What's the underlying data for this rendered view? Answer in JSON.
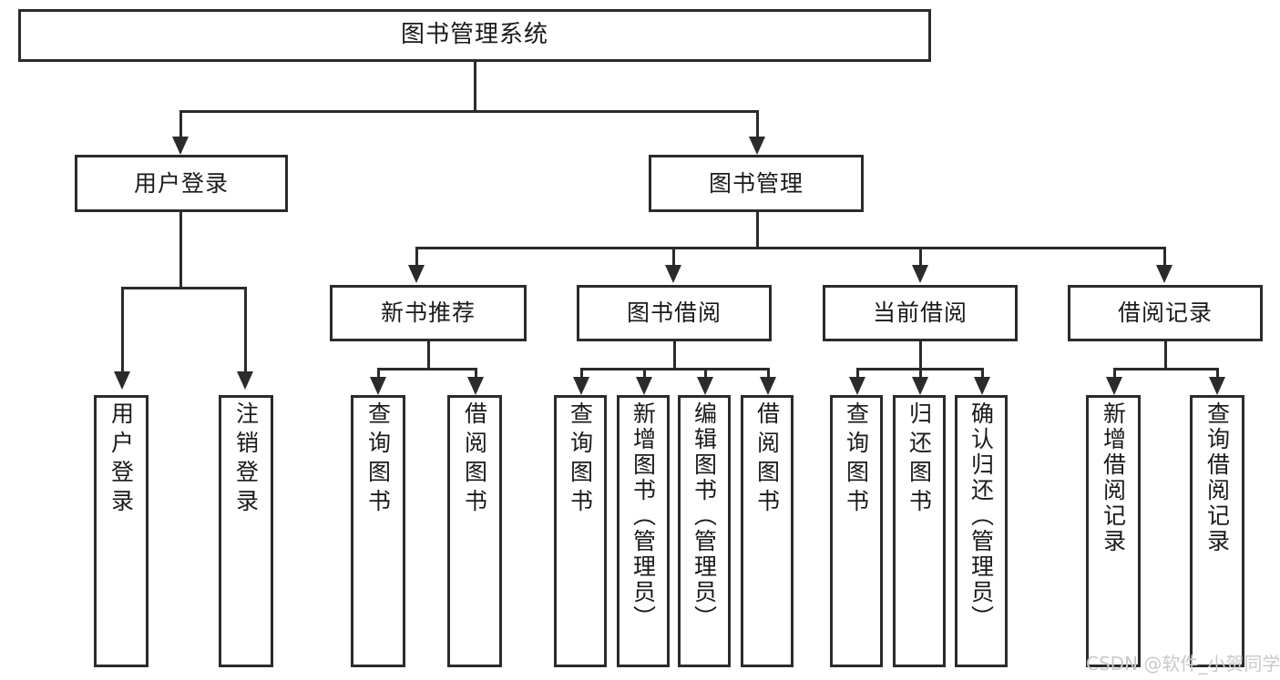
{
  "diagram": {
    "type": "tree-hierarchy",
    "title": "图书管理系统",
    "root": {
      "label": "图书管理系统"
    },
    "level2": [
      {
        "id": "user-login",
        "label": "用户登录"
      },
      {
        "id": "book-management",
        "label": "图书管理"
      }
    ],
    "level3": [
      {
        "id": "new-book-recommend",
        "label": "新书推荐",
        "parent": "book-management"
      },
      {
        "id": "book-borrow",
        "label": "图书借阅",
        "parent": "book-management"
      },
      {
        "id": "current-borrow",
        "label": "当前借阅",
        "parent": "book-management"
      },
      {
        "id": "borrow-record",
        "label": "借阅记录",
        "parent": "book-management"
      }
    ],
    "leaves": [
      {
        "id": "leaf-user-login",
        "label": "用户登录",
        "parent": "user-login"
      },
      {
        "id": "leaf-logout-login",
        "label": "注销登录",
        "parent": "user-login"
      },
      {
        "id": "leaf-query-book-1",
        "label": "查询图书",
        "parent": "new-book-recommend"
      },
      {
        "id": "leaf-borrow-book-1",
        "label": "借阅图书",
        "parent": "new-book-recommend"
      },
      {
        "id": "leaf-query-book-2",
        "label": "查询图书",
        "parent": "book-borrow"
      },
      {
        "id": "leaf-add-book",
        "label": "新增图书（管理员）",
        "parent": "book-borrow"
      },
      {
        "id": "leaf-edit-book",
        "label": "编辑图书（管理员）",
        "parent": "book-borrow"
      },
      {
        "id": "leaf-borrow-book-2",
        "label": "借阅图书",
        "parent": "book-borrow"
      },
      {
        "id": "leaf-query-book-3",
        "label": "查询图书",
        "parent": "current-borrow"
      },
      {
        "id": "leaf-return-book",
        "label": "归还图书",
        "parent": "current-borrow"
      },
      {
        "id": "leaf-confirm-return",
        "label": "确认归还（管理员）",
        "parent": "current-borrow"
      },
      {
        "id": "leaf-add-record",
        "label": "新增借阅记录",
        "parent": "borrow-record"
      },
      {
        "id": "leaf-query-record",
        "label": "查询借阅记录",
        "parent": "borrow-record"
      }
    ],
    "colors": {
      "stroke": "#2b2b2b",
      "fill": "#ffffff",
      "text": "#1a1a1a",
      "watermark": "#c9c9c9"
    }
  },
  "watermark": {
    "text": "CSDN @软件_小贺同学"
  }
}
